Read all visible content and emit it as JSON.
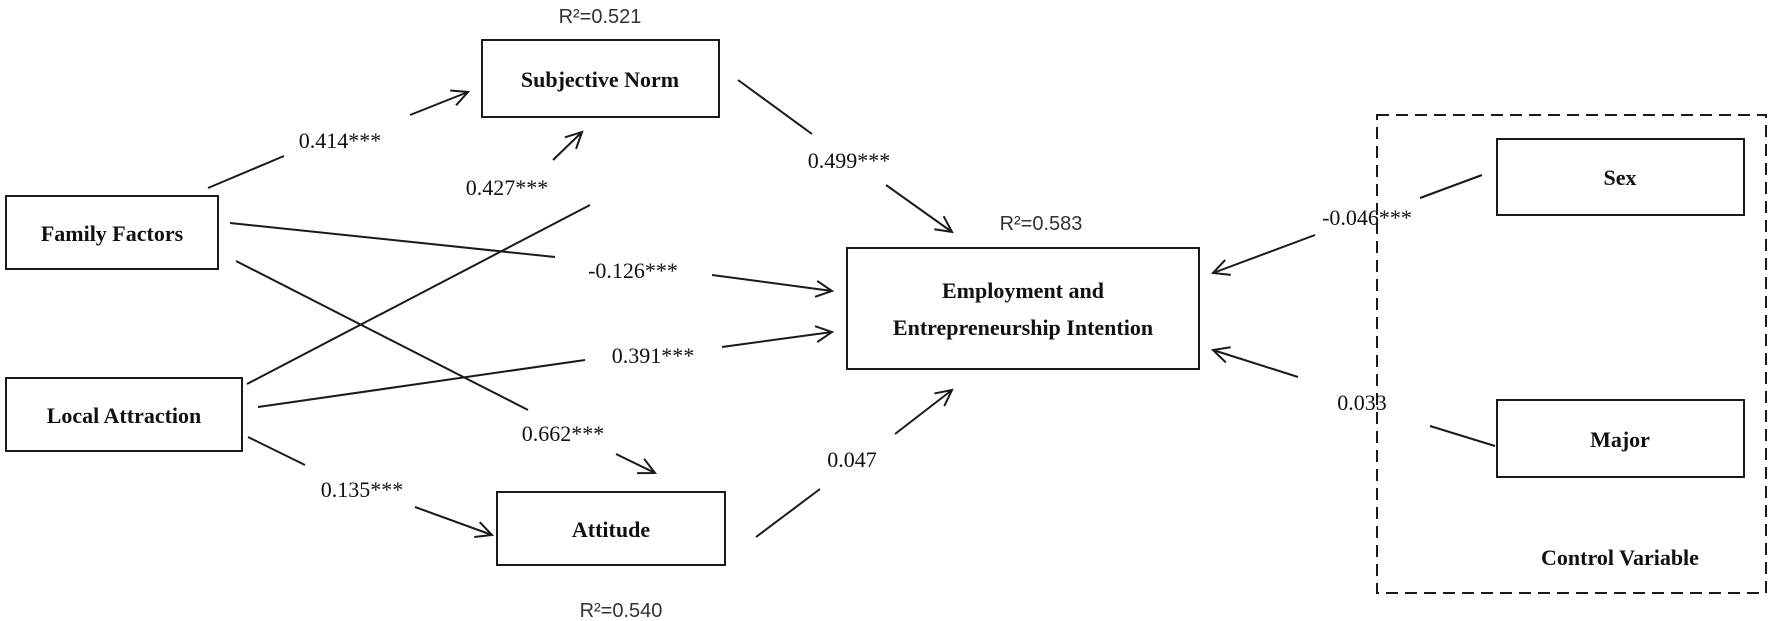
{
  "nodes": {
    "family_factors": "Family Factors",
    "local_attraction": "Local Attraction",
    "subjective_norm": "Subjective Norm",
    "attitude": "Attitude",
    "outcome_line1": "Employment and",
    "outcome_line2": "Entrepreneurship Intention",
    "sex": "Sex",
    "major": "Major",
    "control_variable": "Control Variable"
  },
  "r_squared": {
    "subjective_norm": "R²=0.521",
    "outcome": "R²=0.583",
    "attitude": "R²=0.540"
  },
  "paths": [
    {
      "id": "ff_sn",
      "from": "Family Factors",
      "to": "Subjective Norm",
      "label": "0.414***"
    },
    {
      "id": "la_sn",
      "from": "Local Attraction",
      "to": "Subjective Norm",
      "label": "0.427***"
    },
    {
      "id": "sn_out",
      "from": "Subjective Norm",
      "to": "Employment and Entrepreneurship Intention",
      "label": "0.499***"
    },
    {
      "id": "ff_out",
      "from": "Family Factors",
      "to": "Employment and Entrepreneurship Intention",
      "label": "-0.126***"
    },
    {
      "id": "la_out",
      "from": "Local Attraction",
      "to": "Employment and Entrepreneurship Intention",
      "label": "0.391***"
    },
    {
      "id": "ff_att",
      "from": "Family Factors",
      "to": "Attitude",
      "label": "0.662***"
    },
    {
      "id": "la_att",
      "from": "Local Attraction",
      "to": "Attitude",
      "label": "0.135***"
    },
    {
      "id": "att_out",
      "from": "Attitude",
      "to": "Employment and Entrepreneurship Intention",
      "label": "0.047"
    },
    {
      "id": "sex_out",
      "from": "Sex",
      "to": "Employment and Entrepreneurship Intention",
      "label": "-0.046***"
    },
    {
      "id": "major_out",
      "from": "Major",
      "to": "Employment and Entrepreneurship Intention",
      "label": "0.033"
    }
  ]
}
